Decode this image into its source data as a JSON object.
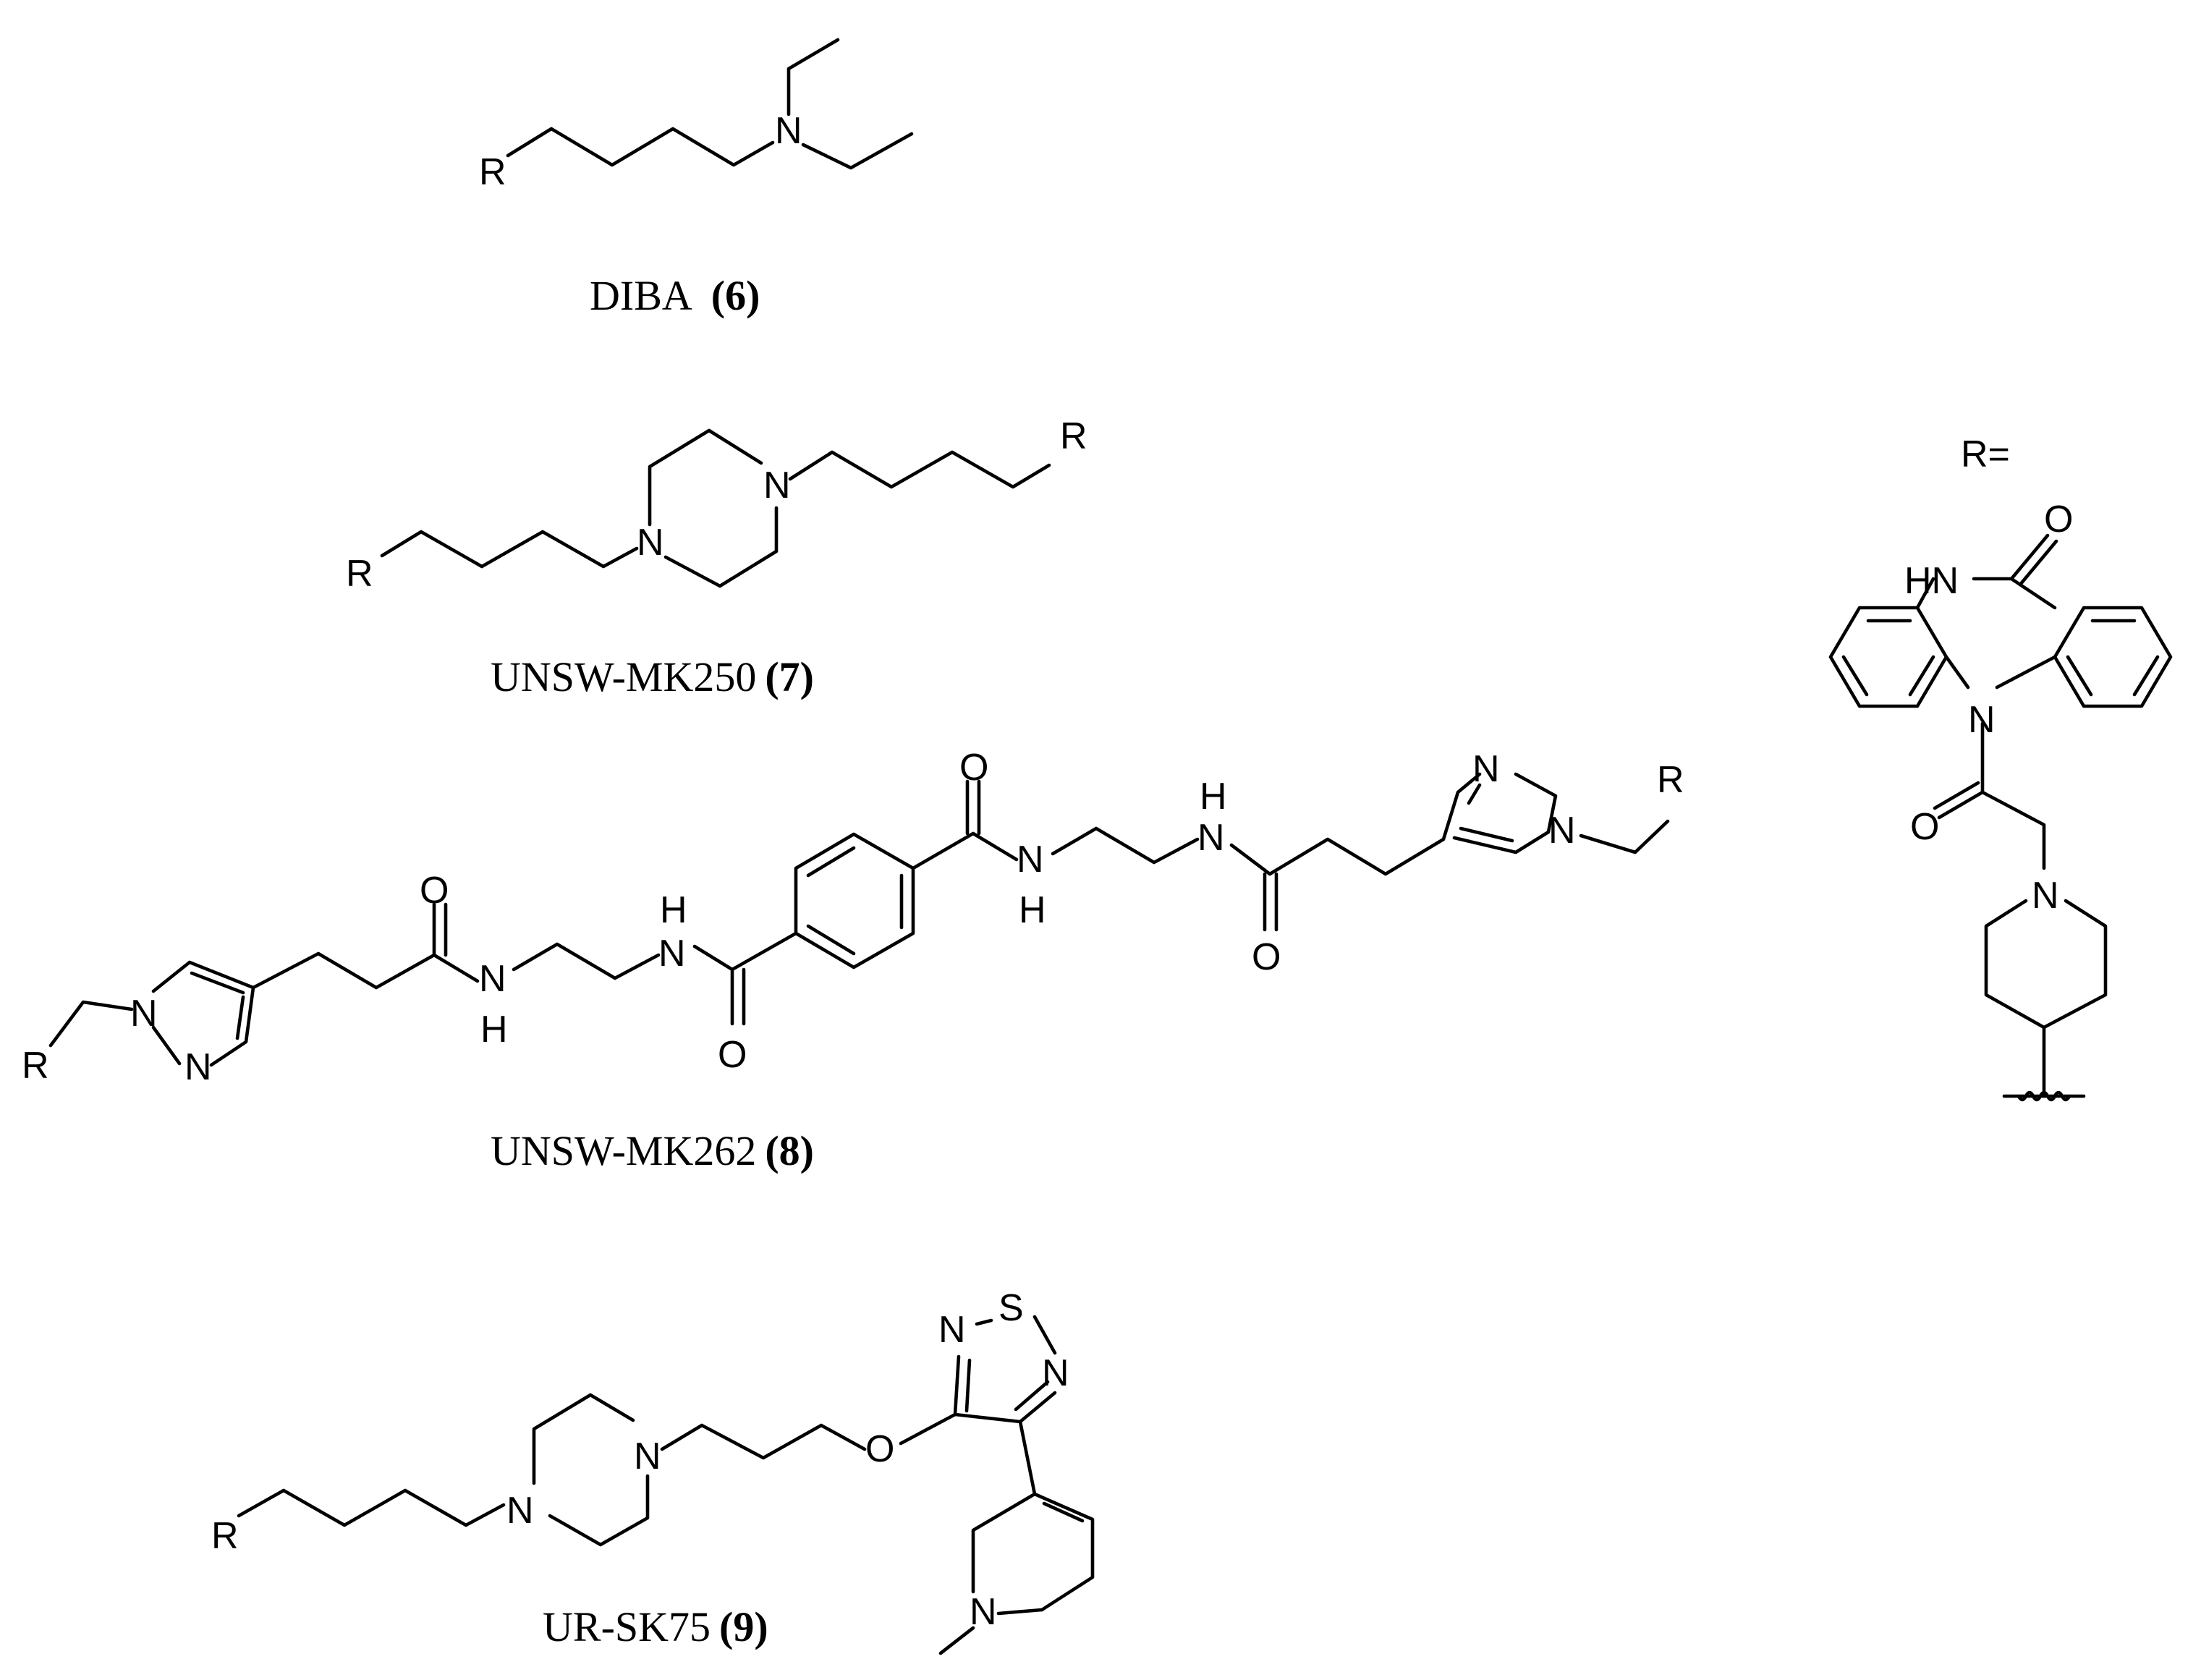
{
  "atoms": {
    "r": "R",
    "n": "N",
    "o": "O",
    "s": "S",
    "h": "H",
    "hn": "HN"
  },
  "compounds": [
    {
      "name": "DIBA",
      "number": "(6)"
    },
    {
      "name": "UNSW-MK250",
      "number": "(7)"
    },
    {
      "name": "UNSW-MK262",
      "number": "(8)"
    },
    {
      "name": "UR-SK75",
      "number": "(9)"
    }
  ],
  "substituent": {
    "label": "R="
  }
}
